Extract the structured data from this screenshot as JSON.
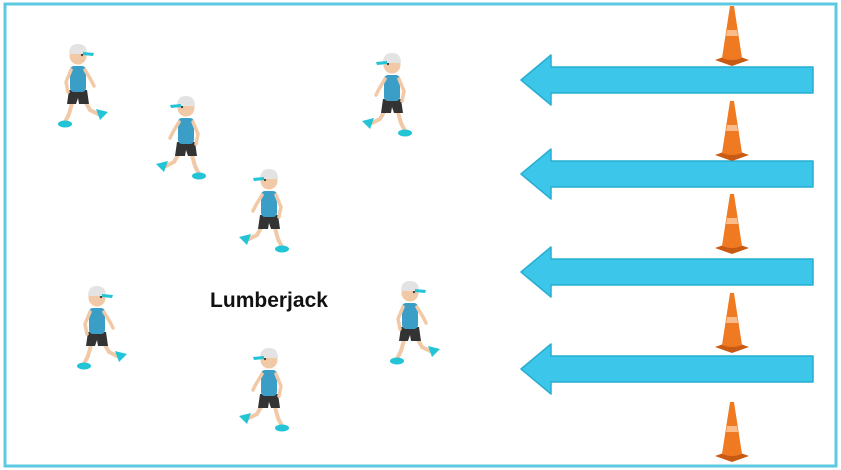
{
  "field_label": "Lumberjack",
  "colors": {
    "border": "#5cc9e2",
    "arrow": "#3cc7ea",
    "arrow_edge": "#27aed1",
    "cone": "#f07a22",
    "cone_shade": "#c95a13",
    "cone_stripe": "#ffd9b8",
    "shirt": "#3b9ec7",
    "shorts": "#333333",
    "shoes": "#23c4d6",
    "skin": "#f2c9a6",
    "cap": "#e3e3e3"
  },
  "players": [
    {
      "name": "player-1"
    },
    {
      "name": "player-2"
    },
    {
      "name": "player-3"
    },
    {
      "name": "player-4"
    },
    {
      "name": "player-5"
    },
    {
      "name": "player-6"
    },
    {
      "name": "player-7"
    }
  ],
  "arrows": [
    {
      "name": "arrow-1",
      "direction": "left"
    },
    {
      "name": "arrow-2",
      "direction": "left"
    },
    {
      "name": "arrow-3",
      "direction": "left"
    },
    {
      "name": "arrow-4",
      "direction": "left"
    }
  ],
  "cones": [
    {
      "name": "cone-1"
    },
    {
      "name": "cone-2"
    },
    {
      "name": "cone-3"
    },
    {
      "name": "cone-4"
    },
    {
      "name": "cone-5"
    }
  ]
}
